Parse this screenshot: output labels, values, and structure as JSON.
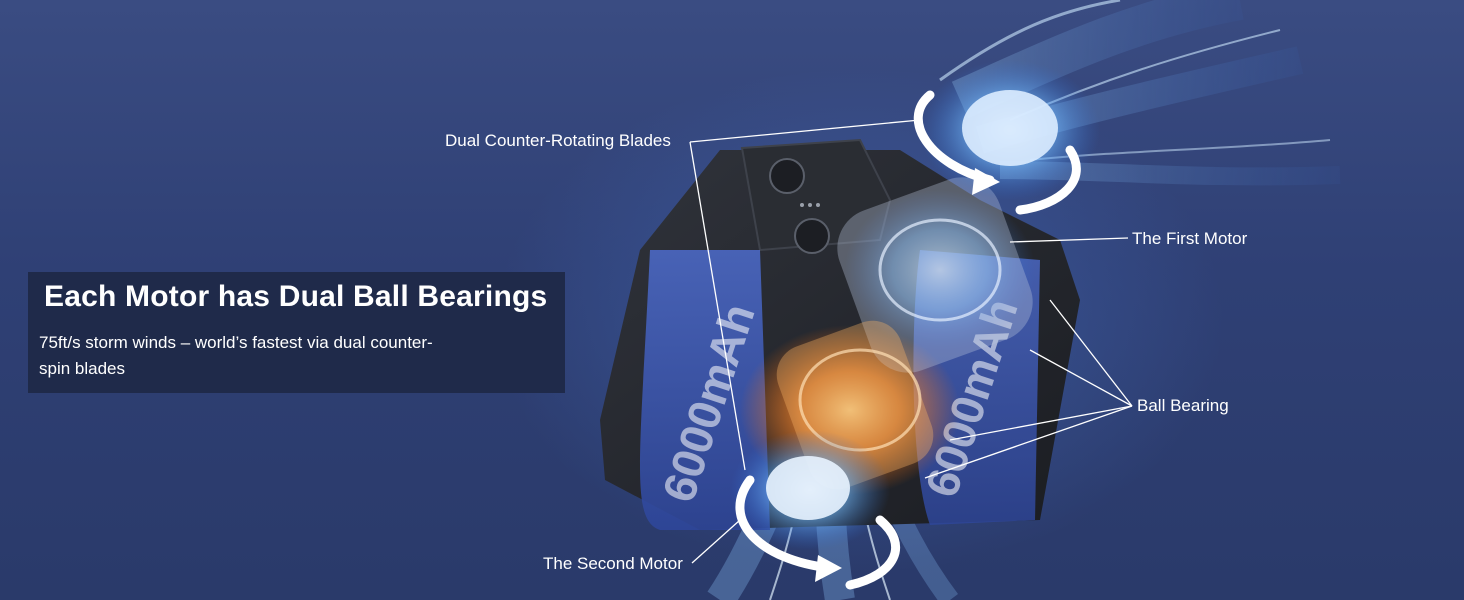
{
  "hero": {
    "title": "Each Motor has Dual Ball Bearings",
    "subtitle": "75ft/s storm winds – world’s fastest via dual counter-spin blades"
  },
  "callouts": {
    "dual_blades": "Dual Counter-Rotating Blades",
    "first_motor": "The First Motor",
    "ball_bearing": "Ball Bearing",
    "second_motor": "The Second Motor"
  },
  "product": {
    "battery_label_left": "6000mAh",
    "battery_label_right": "6000mAh"
  },
  "colors": {
    "background": "#2c3d6e",
    "hero_panel": "#1f2a4a",
    "airflow": "#6fb8ff",
    "motor_glow": "#ff9a3c",
    "device_body": "#23252b",
    "battery_blue": "#3e5bb5"
  }
}
